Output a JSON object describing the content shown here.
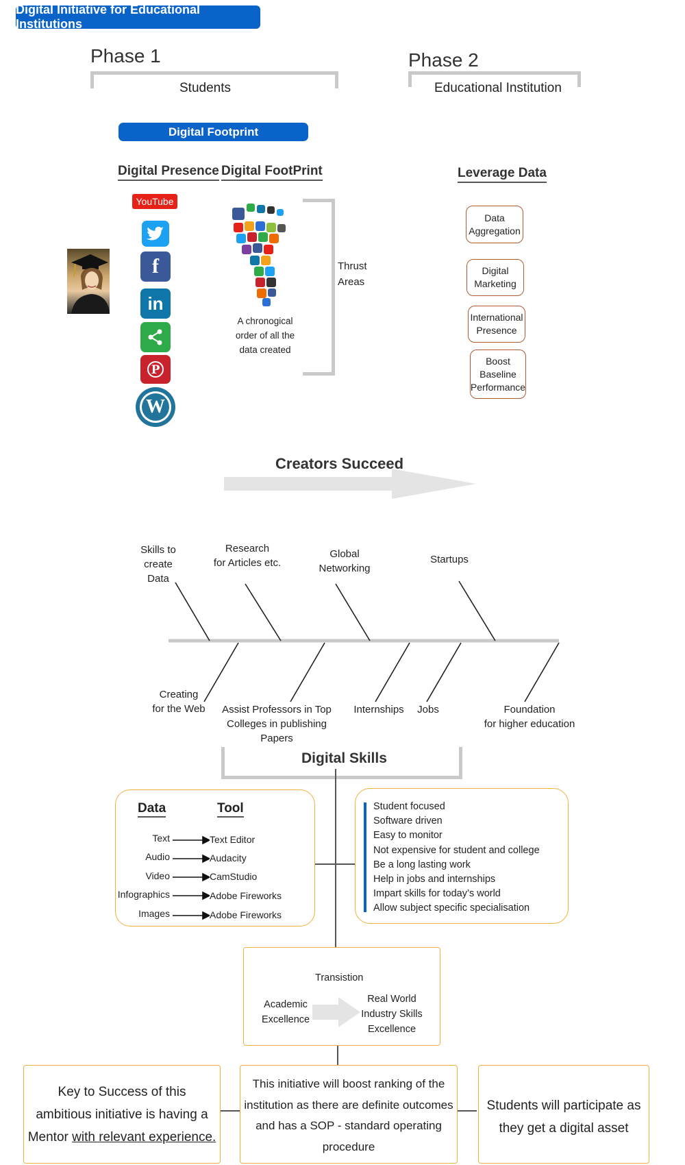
{
  "banner": "Digital Initiative for Educational Institutions",
  "phase1": {
    "title": "Phase 1",
    "subtitle": "Students"
  },
  "phase2": {
    "title": "Phase 2",
    "subtitle": "Educational Institution"
  },
  "footprint_pill": "Digital Footprint",
  "digital_presence": "Digital Presence",
  "digital_footprint": "Digital FootPrint",
  "leverage_data": "Leverage Data",
  "social_icons": [
    {
      "name": "youtube-icon",
      "label": "YouTube",
      "color": "#e62117"
    },
    {
      "name": "twitter-icon",
      "label": "t",
      "color": "#1da1f2"
    },
    {
      "name": "facebook-icon",
      "label": "f",
      "color": "#3b5998"
    },
    {
      "name": "linkedin-icon",
      "label": "in",
      "color": "#0e76a8"
    },
    {
      "name": "share-icon",
      "label": "<",
      "color": "#2eaa48"
    },
    {
      "name": "pinterest-icon",
      "label": "P",
      "color": "#c8232c"
    },
    {
      "name": "wordpress-icon",
      "label": "W",
      "color": "#21759b"
    }
  ],
  "footprint_caption": [
    "A chronogical",
    "order of all the",
    "data created"
  ],
  "thrust_areas": [
    "Thrust",
    "Areas"
  ],
  "leverage_items": [
    [
      "Data",
      "Aggregation"
    ],
    [
      "Digital",
      "Marketing"
    ],
    [
      "International",
      "Presence"
    ],
    [
      "Boost",
      "Baseline",
      "Performance"
    ]
  ],
  "creators_succeed": "Creators Succeed",
  "fishbone_top": [
    [
      "Skills to",
      "create",
      "Data"
    ],
    [
      "Research",
      "for Articles etc."
    ],
    [
      "Global",
      "Networking"
    ],
    [
      "Startups"
    ]
  ],
  "fishbone_bottom": [
    [
      "Creating",
      "for the Web"
    ],
    [
      "Assist Professors in Top",
      "Colleges in publishing",
      "Papers"
    ],
    [
      "Internships"
    ],
    [
      "Jobs"
    ],
    [
      "Foundation",
      "for higher education"
    ]
  ],
  "digital_skills": "Digital Skills",
  "data_tool": {
    "data_header": "Data",
    "tool_header": "Tool",
    "rows": [
      {
        "data": "Text",
        "tool": "Text Editor"
      },
      {
        "data": "Audio",
        "tool": "Audacity"
      },
      {
        "data": "Video",
        "tool": "CamStudio"
      },
      {
        "data": "Infographics",
        "tool": "Adobe Fireworks"
      },
      {
        "data": "Images",
        "tool": "Adobe Fireworks"
      }
    ]
  },
  "benefits": [
    "Student focused",
    "Software driven",
    "Easy to monitor",
    "Not expensive for student and college",
    "Be a long lasting work",
    "Help in jobs and internships",
    "Impart skills for today’s world",
    "Allow subject specific specialisation"
  ],
  "transition": {
    "title": "Transistion",
    "left": [
      "Academic",
      "Excellence"
    ],
    "right": [
      "Real World",
      "Industry Skills",
      "Excellence"
    ]
  },
  "bottom": {
    "left": [
      "Key to Success of this",
      "ambitious initiative is having a",
      "Mentor ",
      "with relevant experience."
    ],
    "center": [
      "This initiative will boost  ranking of the",
      "institution as there are definite outcomes",
      "and has a SOP - standard operating",
      "procedure"
    ],
    "right": [
      "Students will participate as",
      "they get a digital asset"
    ]
  },
  "colors": {
    "accent_blue": "#0a63c9",
    "box_orange": "#f0b040",
    "lev_border": "#b05a32",
    "bracket_gray": "#c9c9c9"
  }
}
